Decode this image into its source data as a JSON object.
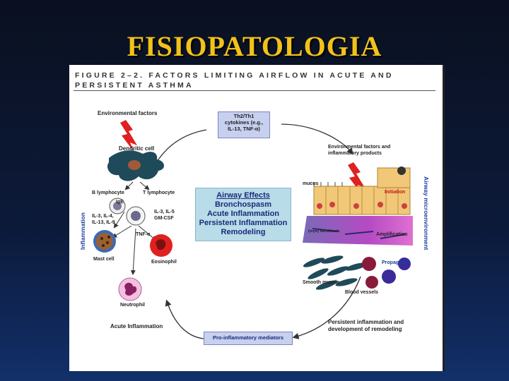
{
  "slide": {
    "title": "FISIOPATOLOGIA"
  },
  "figure": {
    "caption_line1": "FIGURE 2–2. FACTORS LIMITING AIRFLOW IN ACUTE AND",
    "caption_line2": "PERSISTENT ASTHMA",
    "th_box": {
      "line1": "Th2/Th1",
      "line2": "cytokines (e.g.,",
      "line3": "IL-13, TNF-α)"
    },
    "airway_box": {
      "heading": "Airway Effects",
      "items": [
        "Bronchospasm",
        "Acute Inflammation",
        "Persistent Inflammation",
        "Remodeling"
      ]
    },
    "pro_box": "Pro-inflammatory mediators",
    "left_labels": {
      "environmental_factors": "Environmental factors",
      "dendritic_cell": "Dendritic cell",
      "b_lymphocyte": "B lymphocyte",
      "t_lymphocyte": "T lymphocyte",
      "ige": "IgE",
      "il_left_1": "IL-3, IL-4,",
      "il_left_2": "IL-13, IL-9",
      "il_right_1": "IL-3, IL-5",
      "il_right_2": "GM-CSF",
      "tnf": "TNF-α",
      "mast_cell": "Mast cell",
      "eosinophil": "Eosinophil",
      "neutrophil": "Neutrophil",
      "acute_inflammation": "Acute Inflammation",
      "inflammation_vertical": "Inflammation"
    },
    "right_labels": {
      "env_products_1": "Environmental factors and",
      "env_products_2": "inflammatory products",
      "mucus": "mucus",
      "initiation": "Initiation",
      "fibroblasts": "(myo) fibroblasts",
      "amplification": "Amplification",
      "propagation": "Propagation",
      "smooth_muscle": "Smooth muscle",
      "blood_vessels": "Blood vessels",
      "persistent_1": "Persistent inflammation and",
      "persistent_2": "development of remodeling",
      "airway_vertical": "Airway microenvironment"
    }
  }
}
